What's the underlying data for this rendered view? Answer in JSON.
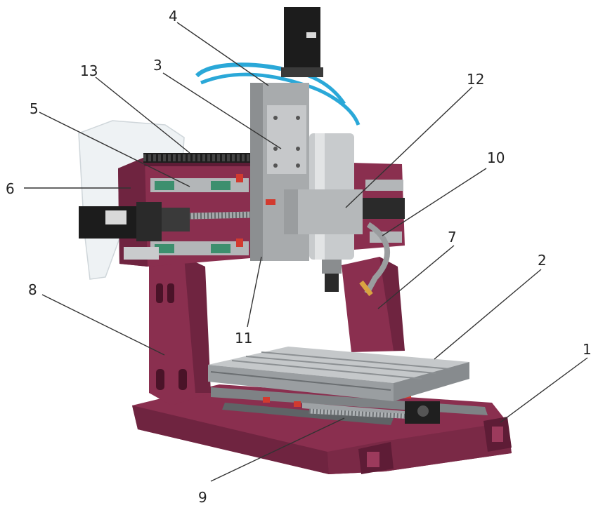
{
  "figure": {
    "colors": {
      "frame": "#8a2f4f",
      "frame_dark": "#5e1c36",
      "steel": "#b9bcbe",
      "steel_dark": "#7e8285",
      "motor": "#1c1c1c",
      "hose": "#2aa8d8",
      "reservoir": "#eef2f4",
      "leader": "#333333"
    },
    "callouts": [
      {
        "id": "1",
        "label": "1"
      },
      {
        "id": "2",
        "label": "2"
      },
      {
        "id": "3",
        "label": "3"
      },
      {
        "id": "4",
        "label": "4"
      },
      {
        "id": "5",
        "label": "5"
      },
      {
        "id": "6",
        "label": "6"
      },
      {
        "id": "7",
        "label": "7"
      },
      {
        "id": "8",
        "label": "8"
      },
      {
        "id": "9",
        "label": "9"
      },
      {
        "id": "10",
        "label": "10"
      },
      {
        "id": "11",
        "label": "11"
      },
      {
        "id": "12",
        "label": "12"
      },
      {
        "id": "13",
        "label": "13"
      }
    ]
  }
}
